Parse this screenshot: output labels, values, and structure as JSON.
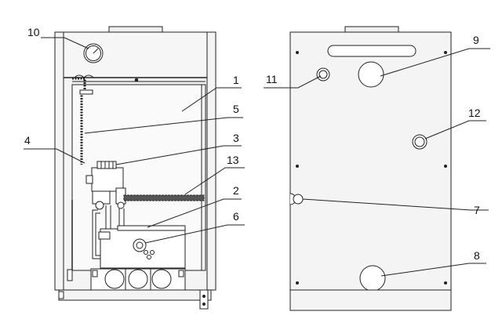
{
  "callouts": {
    "c1": "1",
    "c2": "2",
    "c3": "3",
    "c4": "4",
    "c5": "5",
    "c6": "6",
    "c7": "7",
    "c8": "8",
    "c9": "9",
    "c10": "10",
    "c11": "11",
    "c12": "12",
    "c13": "13"
  },
  "colors": {
    "line": "#222222",
    "panel": "#f2f2f2",
    "light": "#dedede"
  }
}
